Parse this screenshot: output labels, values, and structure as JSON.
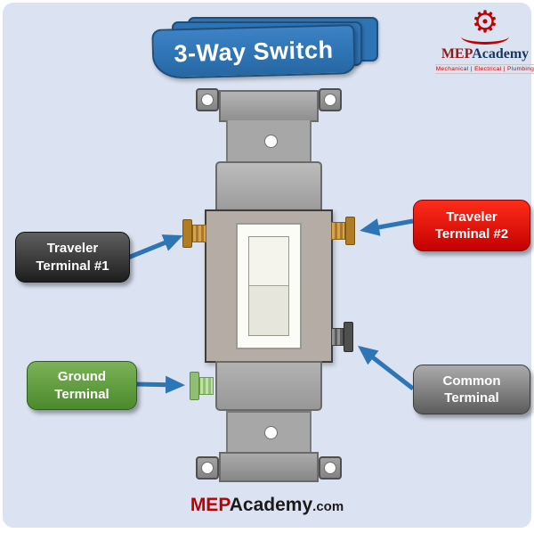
{
  "page": {
    "title": "3-Way Switch"
  },
  "logo": {
    "mep": "MEP",
    "academy": "Academy",
    "tagline": "Mechanical | Electrical | Plumbing"
  },
  "callouts": {
    "traveler1": {
      "line1": "Traveler",
      "line2": "Terminal #1"
    },
    "traveler2": {
      "line1": "Traveler",
      "line2": "Terminal #2"
    },
    "ground": {
      "line1": "Ground",
      "line2": "Terminal"
    },
    "common": {
      "line1": "Common",
      "line2": "Terminal"
    }
  },
  "footer": {
    "mep": "MEP",
    "academy": "Academy",
    "domain": ".com"
  },
  "colors": {
    "background": "#dbe3f2",
    "banner_blue": "#2e74b5",
    "arrow_blue": "#2e75b6",
    "traveler1_bg": "#2b2b2b",
    "traveler2_bg": "#d40000",
    "ground_bg": "#5e9a3e",
    "common_bg": "#7d7d7d",
    "brass_terminal": "#c8913a",
    "ground_screw": "#9cc97e",
    "common_screw": "#6e6e6e",
    "switch_body": "#b6aca6"
  }
}
